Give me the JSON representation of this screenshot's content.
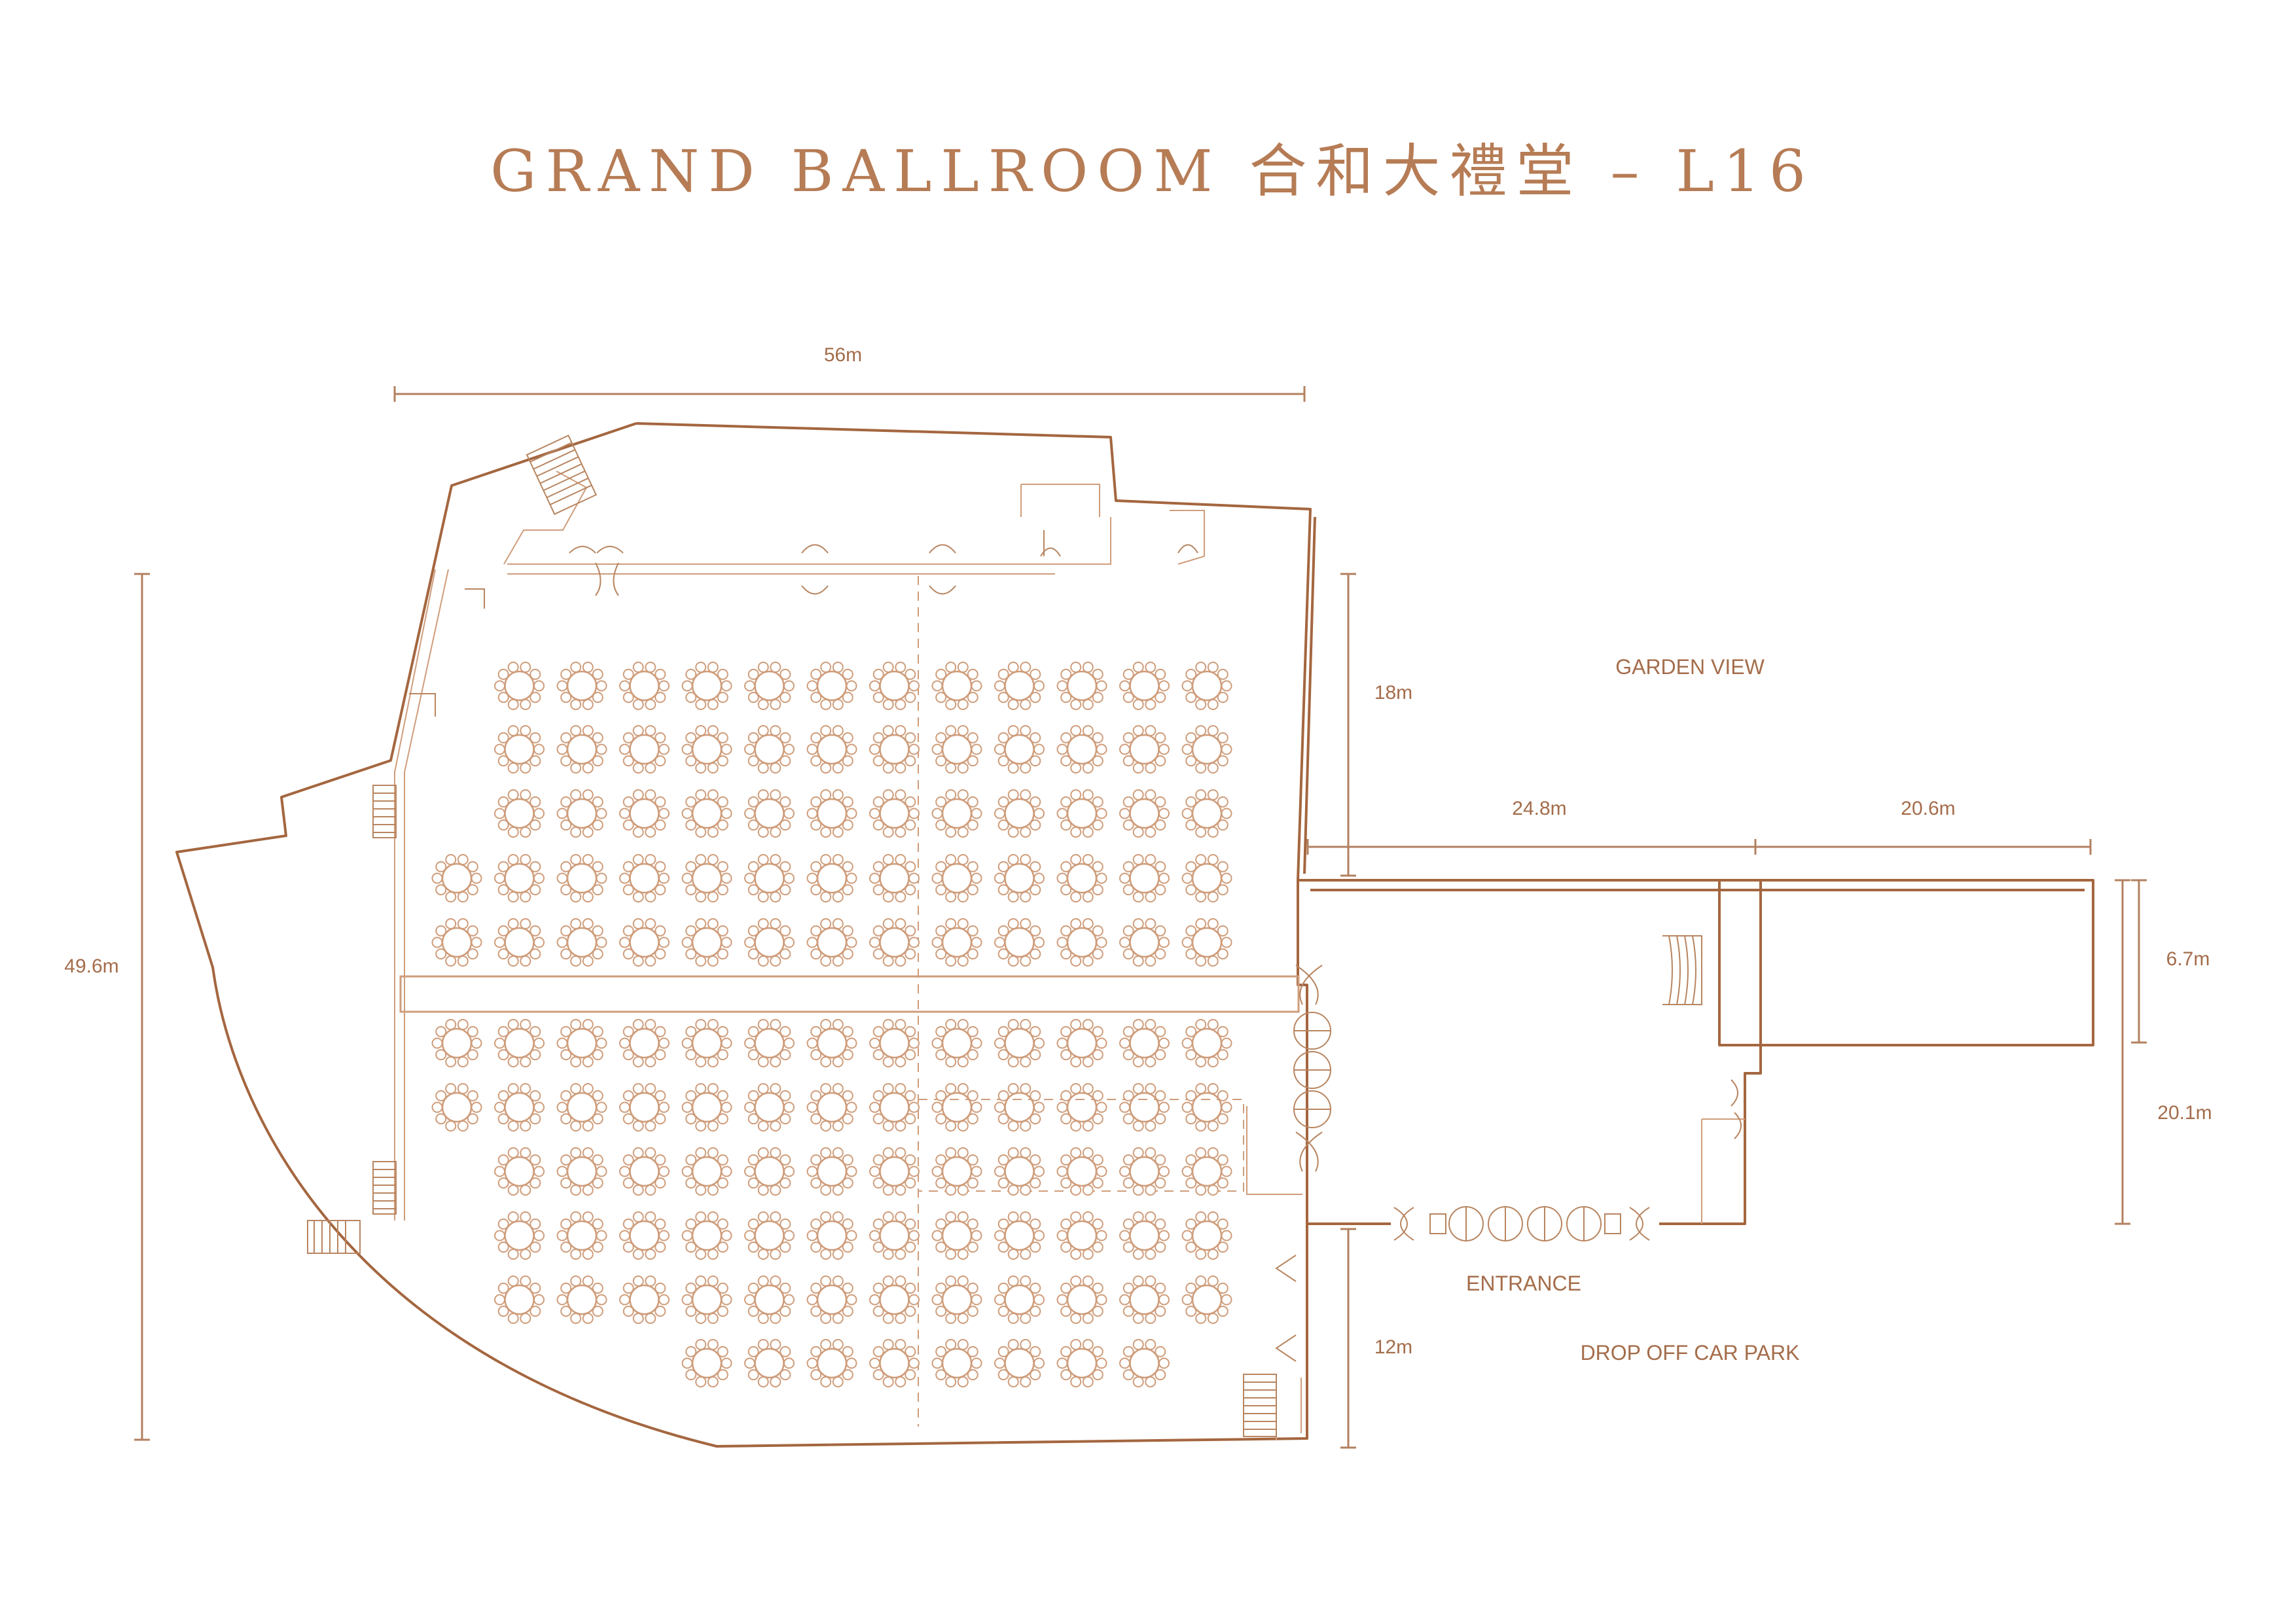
{
  "title": "GRAND BALLROOM 合和大禮堂 – L16",
  "colors": {
    "wall": "#a4663f",
    "furniture": "#cf9d7b",
    "text": "#a46d4b",
    "title": "#b67c55"
  },
  "dimensions": {
    "overall_width": "56m",
    "overall_height": "49.6m",
    "garden_side_depth": "18m",
    "carpark_side_depth": "12m",
    "prefunction_length_a": "24.8m",
    "prefunction_length_b": "20.6m",
    "prefunction_depth": "6.7m",
    "lobby_depth": "20.1m"
  },
  "areas": {
    "garden_view": "GARDEN VIEW",
    "entrance": "ENTRANCE",
    "drop_off": "DROP OFF CAR PARK"
  },
  "seating": {
    "table_style": "round banquet table with 10 chairs",
    "rows": [
      {
        "cols": [
          2,
          3,
          4,
          5,
          6,
          7,
          8,
          9,
          10,
          11,
          12,
          13
        ]
      },
      {
        "cols": [
          2,
          3,
          4,
          5,
          6,
          7,
          8,
          9,
          10,
          11,
          12,
          13
        ]
      },
      {
        "cols": [
          2,
          3,
          4,
          5,
          6,
          7,
          8,
          9,
          10,
          11,
          12,
          13
        ]
      },
      {
        "cols": [
          1,
          2,
          3,
          4,
          5,
          6,
          7,
          8,
          9,
          10,
          11,
          12,
          13
        ]
      },
      {
        "cols": [
          1,
          2,
          3,
          4,
          5,
          6,
          7,
          8,
          9,
          10,
          11,
          12,
          13
        ]
      },
      {
        "cols": [
          1,
          2,
          3,
          4,
          5,
          6,
          7,
          8,
          9,
          10,
          11,
          12,
          13
        ]
      },
      {
        "cols": [
          1,
          2,
          3,
          4,
          5,
          6,
          7,
          8,
          9,
          10,
          11,
          12,
          13
        ]
      },
      {
        "cols": [
          2,
          3,
          4,
          5,
          6,
          7,
          8,
          9,
          10,
          11,
          12,
          13
        ]
      },
      {
        "cols": [
          2,
          3,
          4,
          5,
          6,
          7,
          8,
          9,
          10,
          11,
          12,
          13
        ]
      },
      {
        "cols": [
          2,
          3,
          4,
          5,
          6,
          7,
          8,
          9,
          10,
          11,
          12,
          13
        ]
      },
      {
        "cols": [
          5,
          6,
          7,
          8,
          9,
          10,
          11,
          12
        ]
      }
    ]
  }
}
